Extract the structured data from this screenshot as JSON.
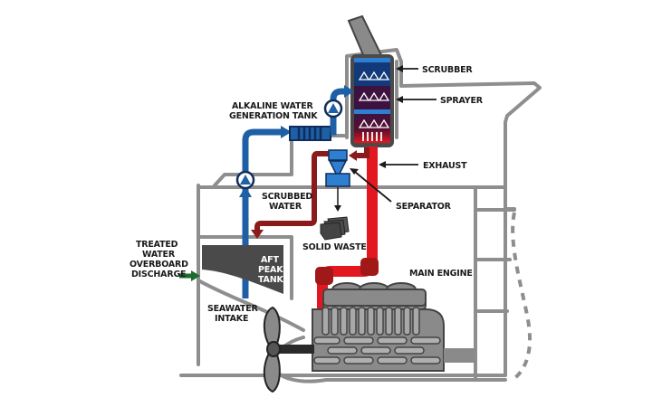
{
  "title": "Ship exhaust gas scrubber system",
  "labels": {
    "scrubber": "SCRUBBER",
    "sprayer": "SPRAYER",
    "exhaust": "EXHAUST",
    "separator": "SEPARATOR",
    "alkaline_line1": "ALKALINE WATER",
    "alkaline_line2": "GENERATION TANK",
    "scrubbed_line1": "SCRUBBED",
    "scrubbed_line2": "WATER",
    "solid_waste": "SOLID WASTE",
    "main_engine": "MAIN ENGINE",
    "treated_line1": "TREATED",
    "treated_line2": "WATER",
    "treated_line3": "OVERBOARD",
    "treated_line4": "DISCHARGE",
    "aft_line1": "AFT",
    "aft_line2": "PEAK",
    "aft_line3": "TANK",
    "seawater_line1": "SEAWATER",
    "seawater_line2": "INTAKE"
  },
  "colors": {
    "hull": "#8e8e8e",
    "seawater_pipe": "#1f5fa6",
    "scrubbed_water_pipe": "#8b1a1a",
    "exhaust_pipe": "#e2171f",
    "treated_discharge": "#1e6b2e",
    "scrubber_top": "#123a7a",
    "scrubber_mid": "#3d1240",
    "tank_dark": "#4a4a4a",
    "engine_gray": "#8a8a8a"
  }
}
